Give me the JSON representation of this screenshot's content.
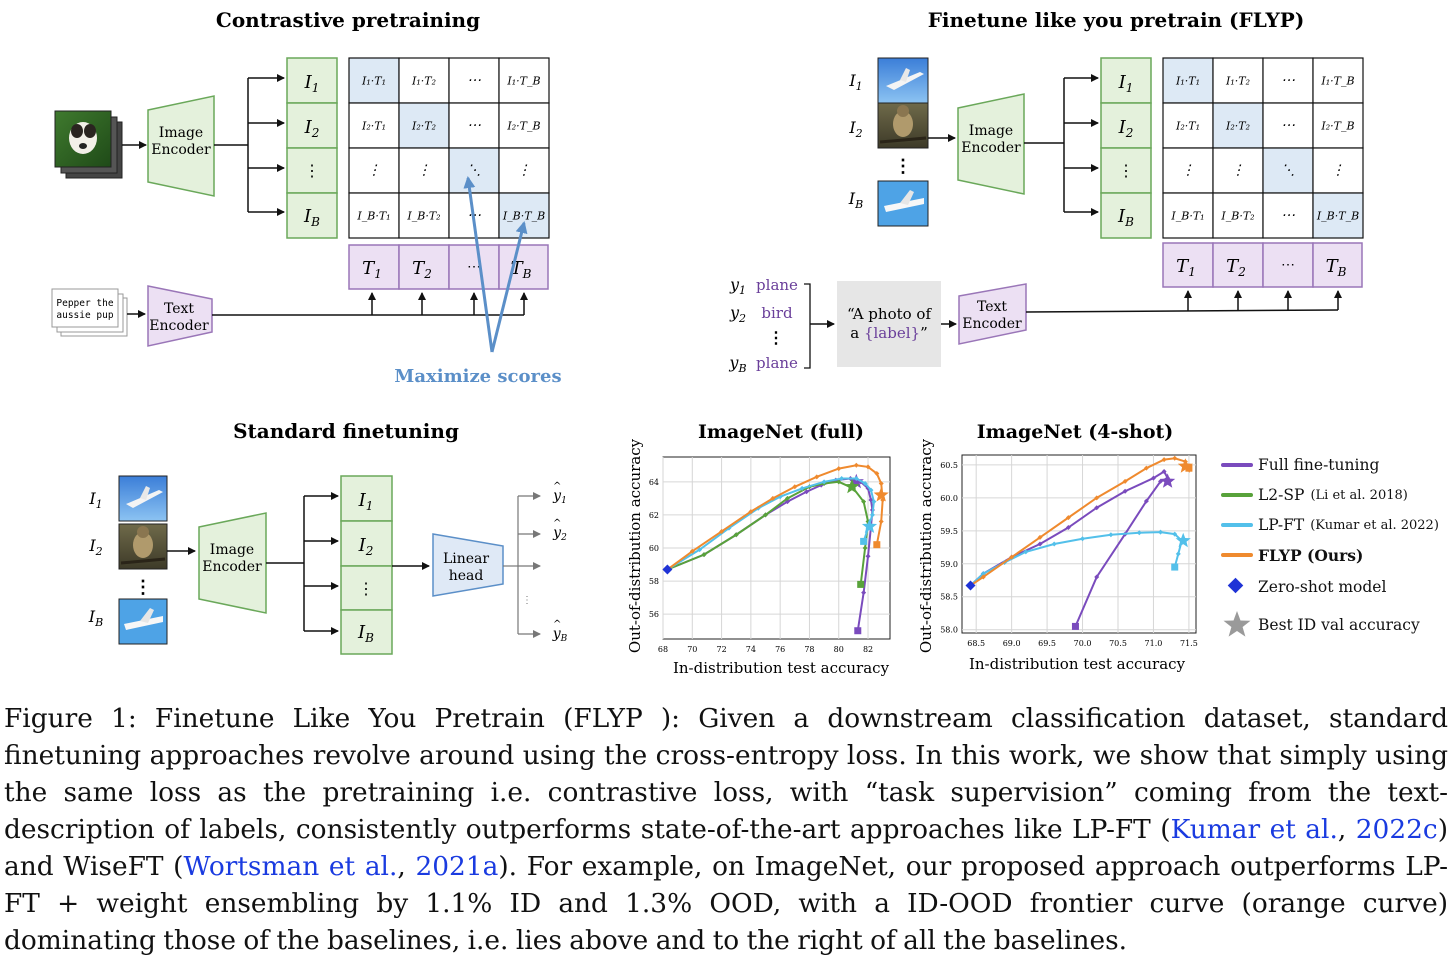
{
  "panels": {
    "contrastive": {
      "title": "Contrastive pretraining",
      "image_encoder": [
        "Image",
        "Encoder"
      ],
      "text_encoder": [
        "Text",
        "Encoder"
      ],
      "text_card": [
        "Pepper the",
        "aussie pup"
      ],
      "maximize_label": "Maximize scores"
    },
    "flyp": {
      "title": "Finetune like you pretrain (FLYP)",
      "image_encoder": [
        "Image",
        "Encoder"
      ],
      "text_encoder": [
        "Text",
        "Encoder"
      ],
      "labels": [
        "plane",
        "bird",
        "plane"
      ],
      "prompt": [
        "“A photo of",
        "a ",
        "{label}",
        "”"
      ]
    },
    "standard": {
      "title": "Standard finetuning",
      "image_encoder": [
        "Image",
        "Encoder"
      ],
      "linear_head": [
        "Linear",
        "head"
      ]
    }
  },
  "matrix": {
    "rows": [
      [
        "I₁·T₁",
        "I₁·T₂",
        "⋯",
        "I₁·T_B"
      ],
      [
        "I₂·T₁",
        "I₂·T₂",
        "⋯",
        "I₂·T_B"
      ],
      [
        "⋮",
        "⋮",
        "⋱",
        "⋮"
      ],
      [
        "I_B·T₁",
        "I_B·T₂",
        "⋯",
        "I_B·T_B"
      ]
    ]
  },
  "charts": {
    "full": {
      "title": "ImageNet (full)",
      "xlabel": "In-distribution test accuracy",
      "ylabel": "Out-of-distribution accuracy"
    },
    "fewshot": {
      "title": "ImageNet (4-shot)",
      "xlabel": "In-distribution test accuracy",
      "ylabel": "Out-of-distribution accuracy"
    }
  },
  "chart_data": [
    {
      "type": "line",
      "title": "ImageNet (full)",
      "xlabel": "In-distribution test accuracy",
      "ylabel": "Out-of-distribution accuracy",
      "xlim": [
        68,
        83.5
      ],
      "ylim": [
        54.5,
        65.5
      ],
      "xticks": [
        "68",
        "70",
        "72",
        "74",
        "76",
        "78",
        "80",
        "82"
      ],
      "yticks": [
        "56",
        "58",
        "60",
        "62",
        "64"
      ],
      "grid": true,
      "series": [
        {
          "name": "Full fine-tuning",
          "color": "#7a4bbd",
          "x": [
            81.3,
            81.7,
            82.0,
            82.2,
            82.3,
            82.2,
            82.0,
            81.5,
            80.8,
            79.8,
            78.8,
            77.8,
            76.5,
            75.0,
            73.0,
            70.8,
            68.3
          ],
          "y": [
            55.0,
            57.3,
            59.5,
            61.3,
            62.3,
            62.9,
            63.6,
            64.0,
            64.2,
            64.1,
            63.8,
            63.4,
            62.8,
            62.0,
            60.8,
            59.6,
            58.7
          ],
          "endpoint": [
            81.3,
            55.0
          ],
          "star": [
            81.2,
            64.0
          ]
        },
        {
          "name": "L2-SP",
          "color": "#58a23a",
          "x": [
            81.5,
            81.8,
            82.0,
            81.7,
            81.0,
            80.0,
            79.0,
            78.0,
            76.5,
            75.0,
            73.0,
            70.8,
            68.3
          ],
          "y": [
            57.8,
            60.0,
            61.6,
            62.8,
            63.6,
            64.0,
            63.9,
            63.7,
            63.0,
            62.0,
            60.8,
            59.6,
            58.7
          ],
          "endpoint": [
            81.5,
            57.8
          ],
          "star": [
            80.9,
            63.7
          ]
        },
        {
          "name": "LP-FT",
          "color": "#53c0ea",
          "x": [
            81.7,
            82.0,
            82.3,
            82.4,
            82.2,
            81.8,
            81.2,
            80.2,
            79.0,
            77.5,
            76.0,
            74.5,
            72.5,
            70.5,
            68.3
          ],
          "y": [
            60.4,
            61.2,
            62.0,
            62.8,
            63.5,
            63.9,
            64.2,
            64.2,
            64.0,
            63.6,
            63.1,
            62.4,
            61.2,
            59.9,
            58.7
          ],
          "endpoint": [
            81.7,
            60.4
          ],
          "star": [
            82.1,
            61.3
          ]
        },
        {
          "name": "FLYP (Ours)",
          "color": "#ef8a2e",
          "x": [
            82.6,
            82.9,
            83.0,
            82.9,
            82.6,
            82.0,
            81.2,
            80.0,
            78.5,
            77.0,
            75.5,
            74.0,
            72.0,
            70.0,
            68.3
          ],
          "y": [
            60.2,
            61.6,
            62.9,
            63.9,
            64.5,
            64.9,
            65.0,
            64.8,
            64.3,
            63.7,
            63.0,
            62.2,
            61.0,
            59.8,
            58.7
          ],
          "endpoint": [
            82.6,
            60.2
          ],
          "star": [
            82.9,
            63.2
          ]
        }
      ],
      "zero_shot": [
        68.3,
        58.7
      ]
    },
    {
      "type": "line",
      "title": "ImageNet (4-shot)",
      "xlabel": "In-distribution test accuracy",
      "ylabel": "Out-of-distribution accuracy",
      "xlim": [
        68.3,
        71.6
      ],
      "ylim": [
        57.95,
        60.65
      ],
      "xticks": [
        "68.5",
        "69.0",
        "69.5",
        "70.0",
        "70.5",
        "71.0",
        "71.5"
      ],
      "yticks": [
        "58.0",
        "58.5",
        "59.0",
        "59.5",
        "60.0",
        "60.5"
      ],
      "grid": true,
      "series": [
        {
          "name": "Full fine-tuning",
          "color": "#7a4bbd",
          "x": [
            69.9,
            70.2,
            70.6,
            70.9,
            71.1,
            71.2,
            71.15,
            71.0,
            70.6,
            70.2,
            69.8,
            69.4,
            69.0,
            68.6,
            68.42
          ],
          "y": [
            58.05,
            58.8,
            59.45,
            59.95,
            60.25,
            60.3,
            60.4,
            60.3,
            60.1,
            59.85,
            59.55,
            59.3,
            59.1,
            58.85,
            58.67
          ],
          "endpoint": [
            69.9,
            58.05
          ],
          "star": [
            71.2,
            60.25
          ]
        },
        {
          "name": "L2-SP",
          "color": "#58a23a",
          "x": [],
          "y": [],
          "endpoint": null,
          "star": null
        },
        {
          "name": "LP-FT",
          "color": "#53c0ea",
          "x": [
            71.3,
            71.35,
            71.4,
            71.3,
            71.1,
            70.8,
            70.4,
            70.0,
            69.6,
            69.2,
            68.9,
            68.6,
            68.42
          ],
          "y": [
            58.95,
            59.15,
            59.35,
            59.45,
            59.48,
            59.47,
            59.44,
            59.38,
            59.3,
            59.18,
            59.02,
            58.85,
            58.67
          ],
          "endpoint": [
            71.3,
            58.95
          ],
          "star": [
            71.42,
            59.35
          ]
        },
        {
          "name": "FLYP (Ours)",
          "color": "#ef8a2e",
          "x": [
            71.5,
            71.45,
            71.3,
            71.15,
            70.9,
            70.6,
            70.2,
            69.8,
            69.4,
            69.0,
            68.6,
            68.42
          ],
          "y": [
            60.45,
            60.55,
            60.6,
            60.58,
            60.45,
            60.25,
            60.0,
            59.7,
            59.4,
            59.1,
            58.8,
            58.67
          ],
          "endpoint": [
            71.5,
            60.45
          ],
          "star": [
            71.45,
            60.48
          ]
        }
      ],
      "zero_shot": [
        68.42,
        58.67
      ]
    }
  ],
  "legend": [
    {
      "label": "Full fine-tuning",
      "cite": "",
      "kind": "line",
      "color": "#7a4bbd",
      "bold": false
    },
    {
      "label": "L2-SP",
      "cite": "(Li et al. 2018)",
      "kind": "line",
      "color": "#58a23a",
      "bold": false
    },
    {
      "label": "LP-FT",
      "cite": "(Kumar et al. 2022)",
      "kind": "line",
      "color": "#53c0ea",
      "bold": false
    },
    {
      "label": "FLYP (Ours)",
      "cite": "",
      "kind": "line",
      "color": "#ef8a2e",
      "bold": true
    },
    {
      "label": "Zero-shot model",
      "cite": "",
      "kind": "diamond",
      "color": "#1f33d6",
      "bold": false
    },
    {
      "label": "Best ID val accuracy",
      "cite": "",
      "kind": "star",
      "color": "#9a9a9a",
      "bold": false
    }
  ],
  "caption": {
    "part1": "Figure 1: Finetune Like You Pretrain (FLYP ): Given a downstream classification dataset, standard finetuning approaches revolve around using the cross-entropy loss. In this work, we show that simply using the same loss as the pretraining i.e. contrastive loss, with “task supervision” coming from the text-description of labels, consistently outperforms state-of-the-art approaches like LP-FT (",
    "cite1": "Kumar et al.",
    "sep1": ", ",
    "cite1_year": "2022c",
    "part2": ") and WiseFT (",
    "cite2": "Wortsman et al.",
    "sep2": ", ",
    "cite2_year": "2021a",
    "part3": "). For example, on ImageNet, our proposed approach outperforms LP-FT + weight ensembling by 1.1% ID and 1.3% OOD, with a ID-OOD frontier curve (orange curve) dominating those of the baselines, i.e. lies above and to the right of all the baselines."
  }
}
